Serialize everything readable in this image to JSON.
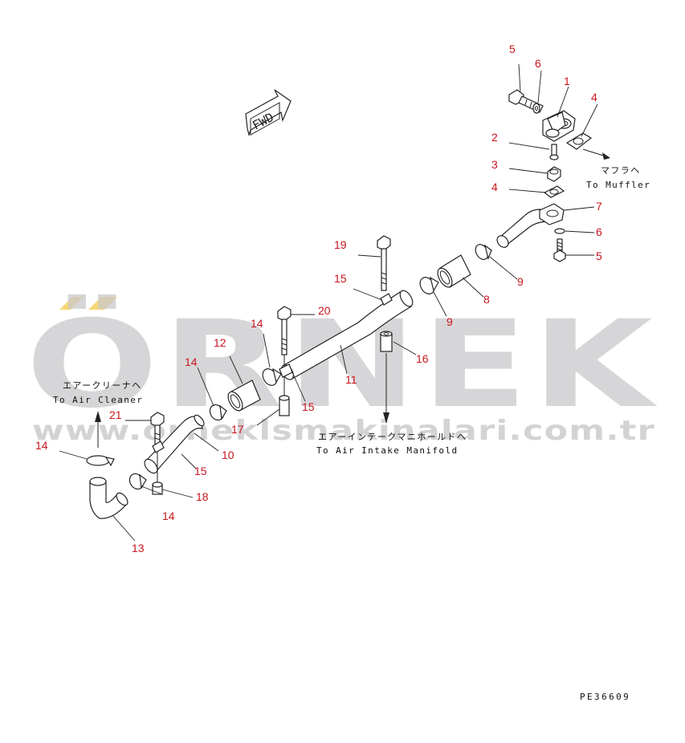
{
  "watermark": {
    "brand": "ÖRNEK",
    "url": "www.orneklsmakinalari.com.tr",
    "accent_color": "#f7d774",
    "text_color": "#c9c9cb"
  },
  "direction_sign": "FWD",
  "notes": {
    "muffler_jp": "マフラヘ",
    "muffler_en": "To Muffler",
    "air_cleaner_jp": "エアークリーナヘ",
    "air_cleaner_en": "To Air Cleaner",
    "manifold_jp": "エアーインテークマニホールドヘ",
    "manifold_en": "To Air Intake Manifold"
  },
  "drawing_code": "PE36609",
  "callout_color": "#c8141e",
  "callouts": [
    "5",
    "6",
    "1",
    "4",
    "2",
    "3",
    "4",
    "7",
    "6",
    "5",
    "9",
    "8",
    "19",
    "15",
    "9",
    "20",
    "14",
    "12",
    "11",
    "16",
    "15",
    "14",
    "21",
    "17",
    "10",
    "14",
    "15",
    "18",
    "14",
    "13"
  ]
}
